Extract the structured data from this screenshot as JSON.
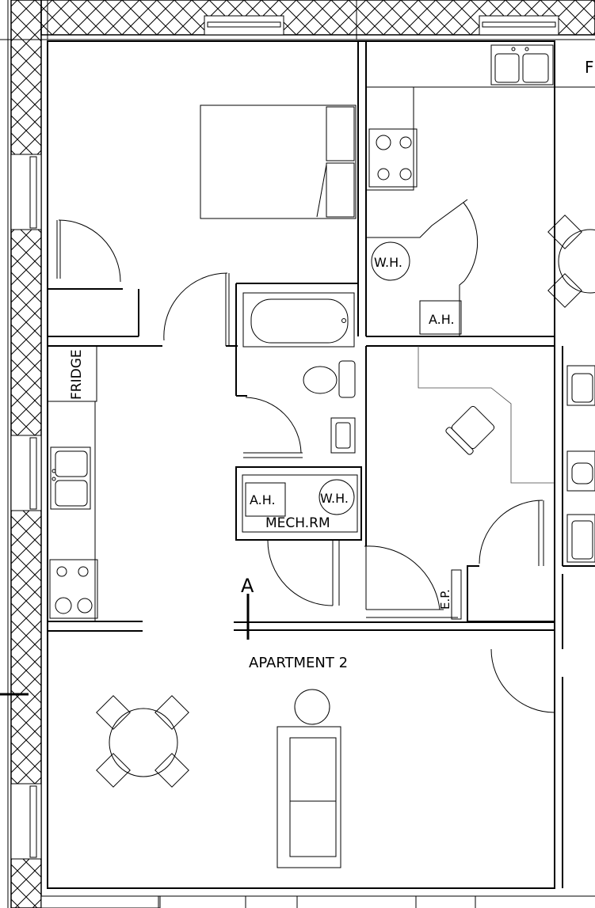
{
  "title_block": {
    "section_marker": "A",
    "unit_name": "APARTMENT 2"
  },
  "rooms": {
    "mech_room": "MECH.RM"
  },
  "equipment_labels": {
    "fridge": "FRIDGE",
    "wh_upper": "W.H.",
    "ah_upper": "A.H.",
    "ah_mech": "A.H.",
    "wh_mech": "W.H.",
    "electrical_panel": "E.P.",
    "edge_letter": "F"
  },
  "colors": {
    "linework": "#000000",
    "background": "#ffffff",
    "hatch": "#000000"
  }
}
